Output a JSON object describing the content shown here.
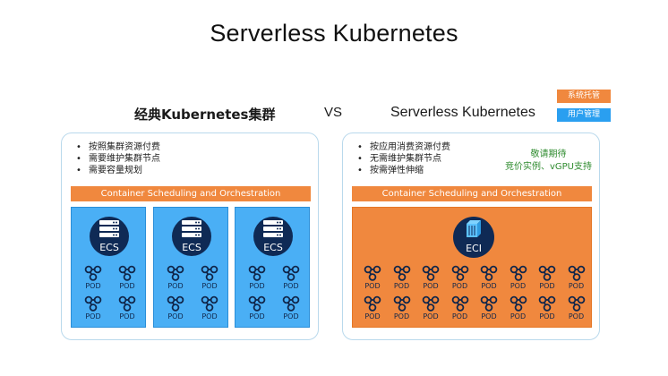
{
  "title": "Serverless Kubernetes",
  "legend": {
    "hosted": "系统托管",
    "managed": "用户管理",
    "colors": {
      "hosted": "#f0883e",
      "managed": "#2a9ff0"
    }
  },
  "vs": "VS",
  "left": {
    "title": "经典Kubernetes集群",
    "bullets": [
      "按照集群资源付费",
      "需要维护集群节点",
      "需要容量规划"
    ],
    "scheduling": "Container Scheduling and Orchestration",
    "node_label": "ECS",
    "node_icon": "server-stack-icon",
    "pod_label": "POD"
  },
  "right": {
    "title": "Serverless Kubernetes",
    "bullets": [
      "按应用消费资源付费",
      "无需维护集群节点",
      "按需弹性伸缩"
    ],
    "coming_soon": {
      "line1": "敬请期待",
      "line2": "竞价实例、vGPU支持"
    },
    "scheduling": "Container Scheduling and Orchestration",
    "node_label": "ECI",
    "node_icon": "container-box-icon",
    "pod_label": "POD"
  }
}
